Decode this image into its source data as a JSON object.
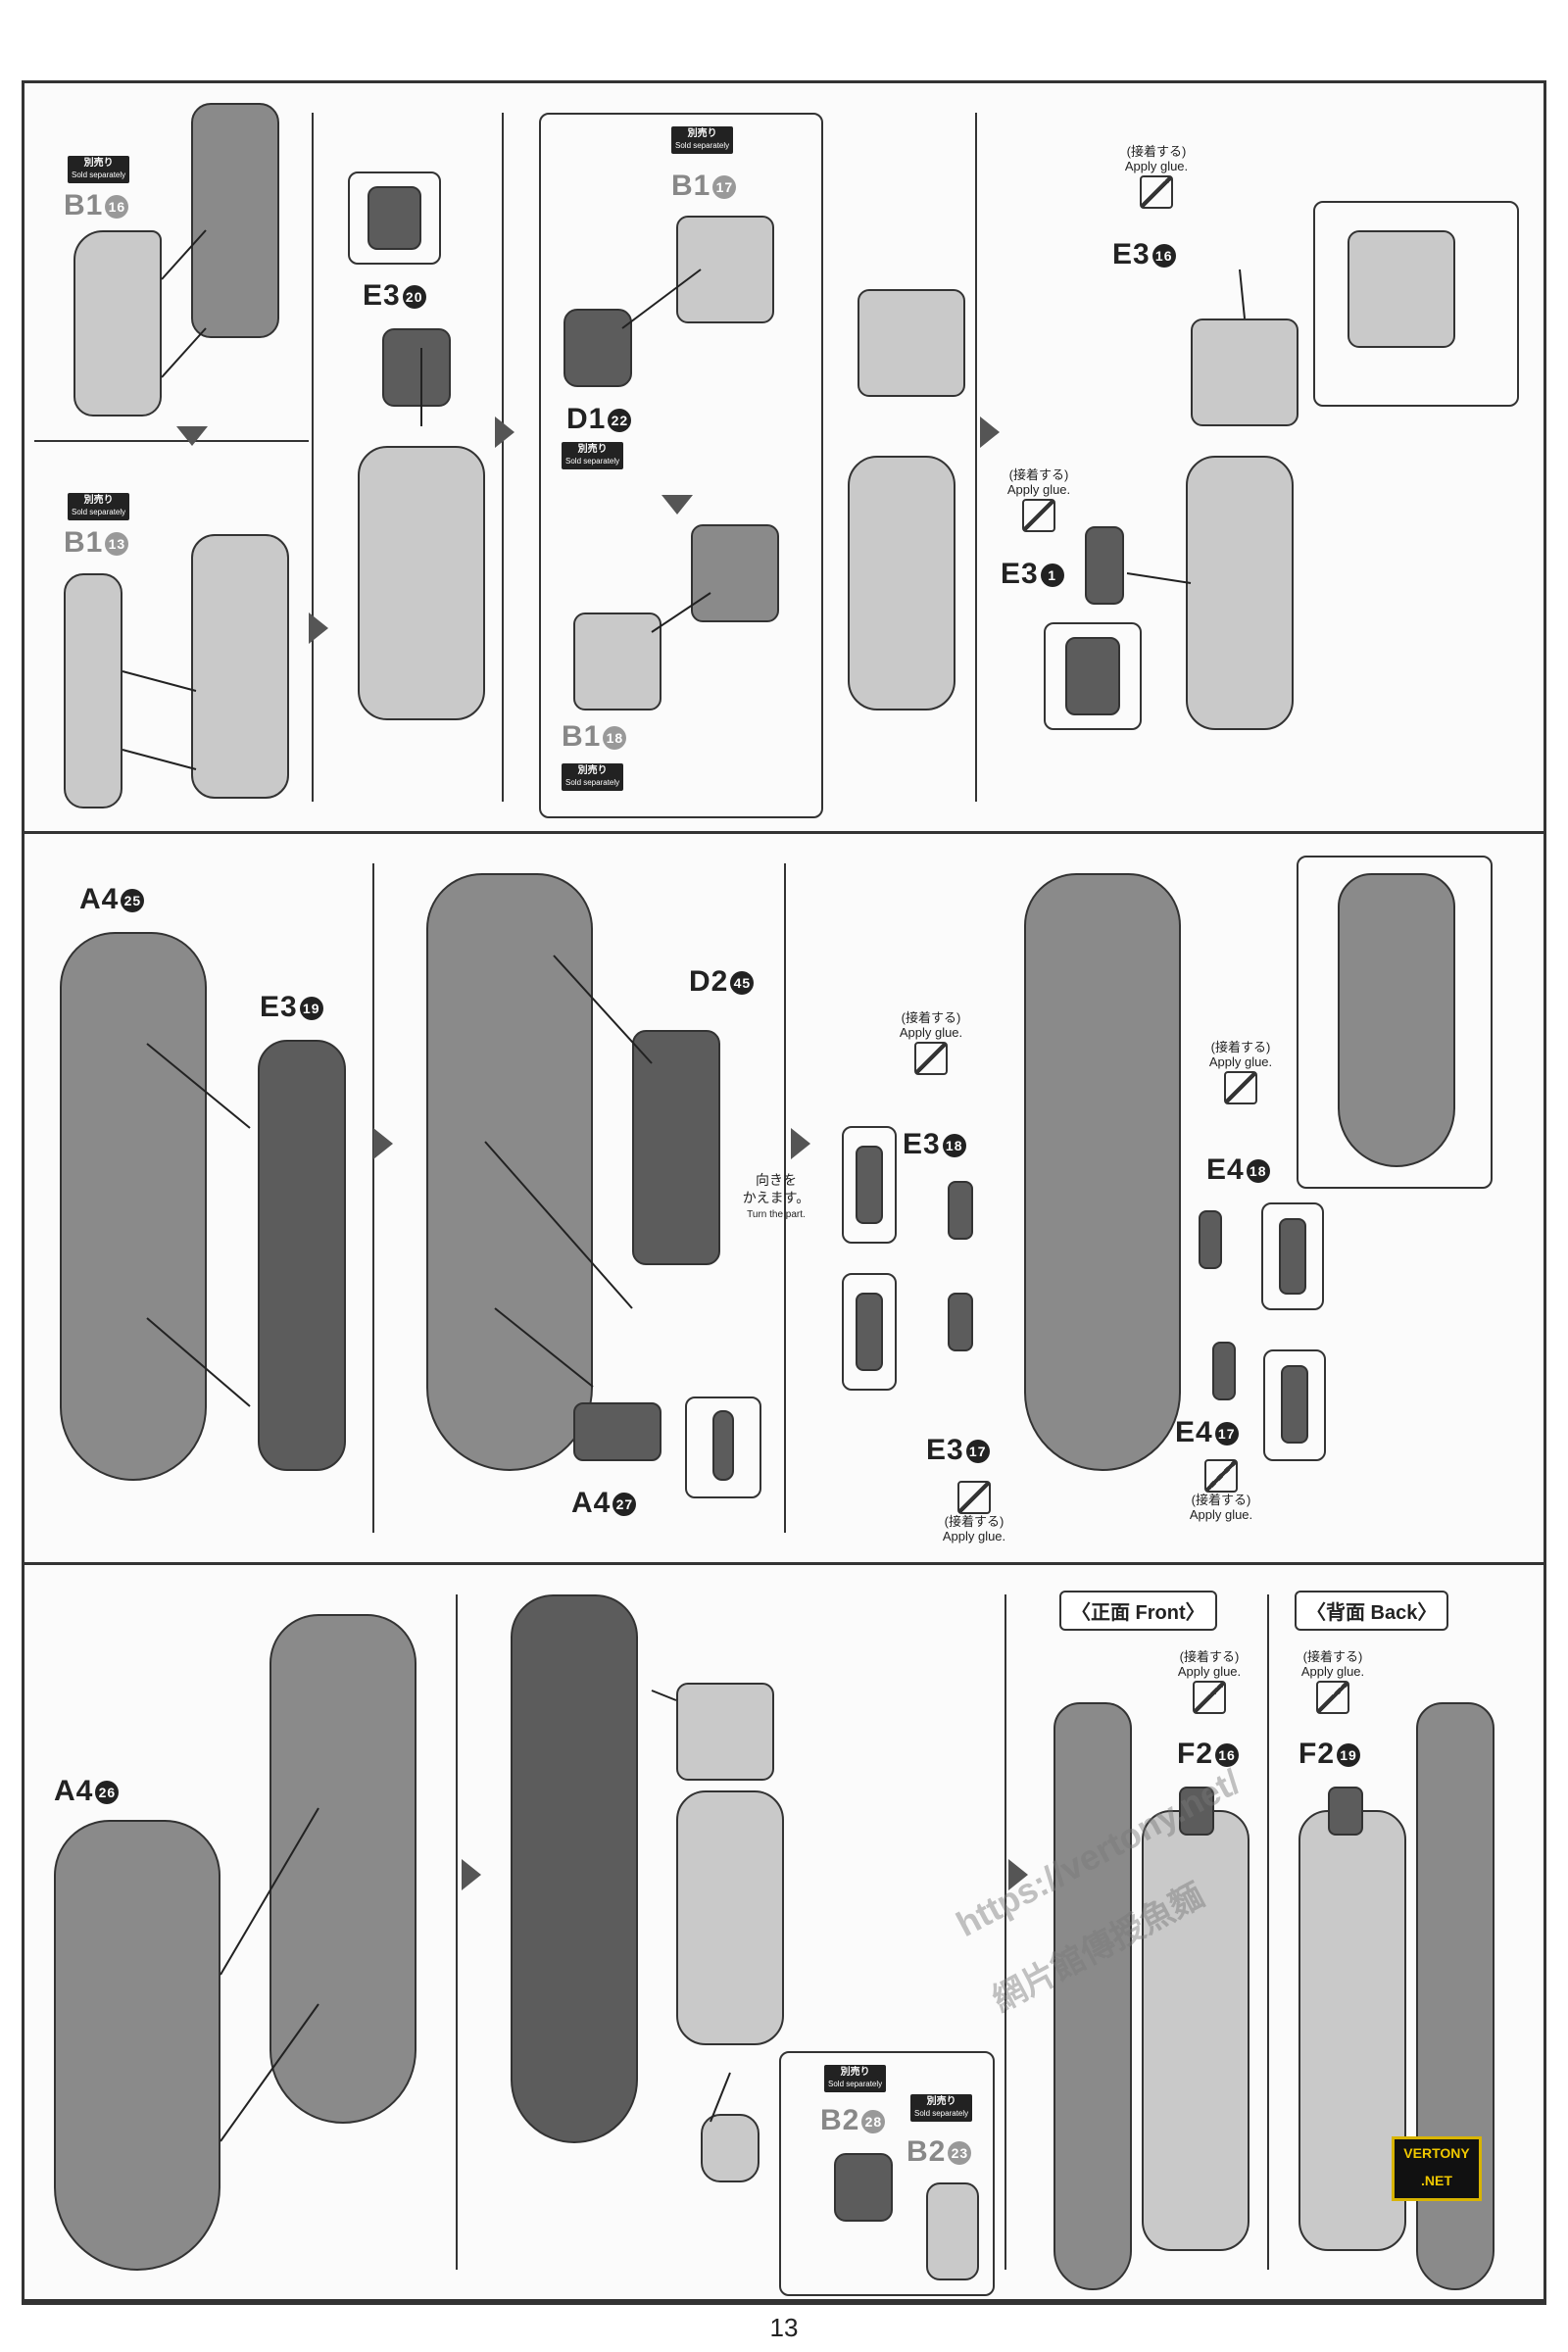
{
  "labels": {
    "sold_separately_jp": "別売り",
    "sold_separately_en": "Sold separately",
    "apply_glue_jp": "(接着する)",
    "apply_glue_en": "Apply glue.",
    "turn_part_jp": "向きを\nかえます。",
    "turn_part_en": "Turn the part.",
    "front": "〈正面 Front〉",
    "back": "〈背面 Back〉"
  },
  "parts": {
    "b1_16": {
      "runner": "B1",
      "num": "16"
    },
    "b1_13": {
      "runner": "B1",
      "num": "13"
    },
    "e3_20": {
      "runner": "E3",
      "num": "20"
    },
    "b1_17": {
      "runner": "B1",
      "num": "17"
    },
    "d1_22": {
      "runner": "D1",
      "num": "22"
    },
    "b1_18": {
      "runner": "B1",
      "num": "18"
    },
    "e3_16": {
      "runner": "E3",
      "num": "16"
    },
    "e3_1": {
      "runner": "E3",
      "num": "1"
    },
    "a4_25": {
      "runner": "A4",
      "num": "25"
    },
    "e3_19": {
      "runner": "E3",
      "num": "19"
    },
    "d2_45": {
      "runner": "D2",
      "num": "45"
    },
    "a4_27": {
      "runner": "A4",
      "num": "27"
    },
    "e3_18": {
      "runner": "E3",
      "num": "18"
    },
    "e3_17": {
      "runner": "E3",
      "num": "17"
    },
    "e4_18": {
      "runner": "E4",
      "num": "18"
    },
    "e4_17": {
      "runner": "E4",
      "num": "17"
    },
    "a4_26": {
      "runner": "A4",
      "num": "26"
    },
    "b2_28": {
      "runner": "B2",
      "num": "28"
    },
    "b2_23": {
      "runner": "B2",
      "num": "23"
    },
    "f2_16": {
      "runner": "F2",
      "num": "16"
    },
    "f2_19": {
      "runner": "F2",
      "num": "19"
    }
  },
  "watermark": {
    "url": "https://vertony.net/",
    "line2": "網片館傳授魚麵",
    "badge_top": "VERTONY",
    "badge_bottom": ".NET"
  },
  "page_number": "13"
}
